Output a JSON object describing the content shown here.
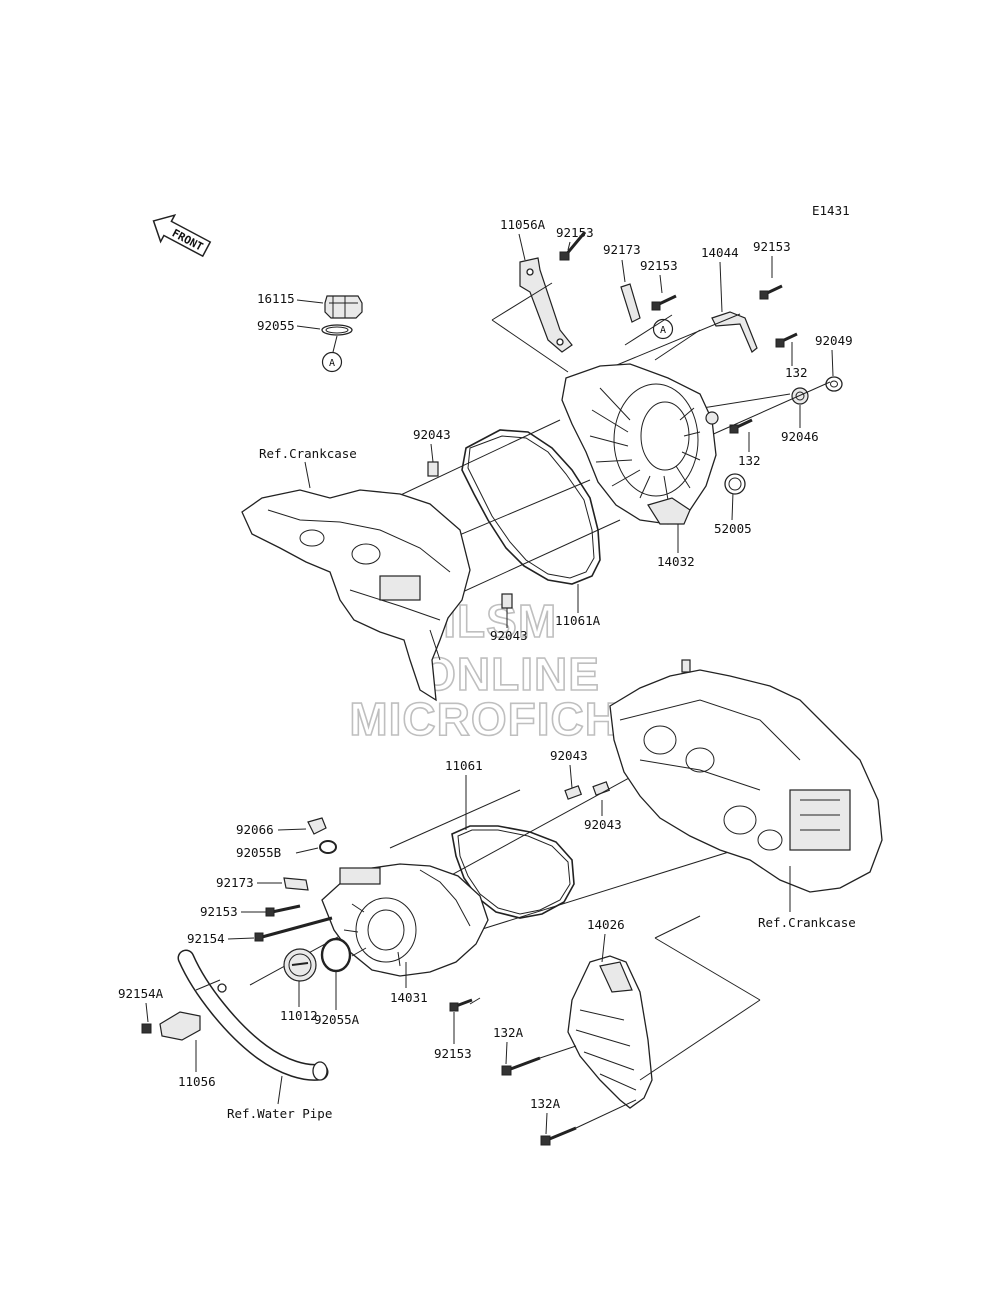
{
  "diagram": {
    "code": "E1431",
    "front_label": "FRONT",
    "reference_mark": "A",
    "watermark_lines": [
      "HLSM",
      "ONLINE",
      "MICROFICHE"
    ]
  },
  "labels": {
    "p16115": "16115",
    "p92055": "92055",
    "p11056A": "11056A",
    "p92153_a": "92153",
    "p92173_a": "92173",
    "p92153_b": "92153",
    "p14044": "14044",
    "p92153_c": "92153",
    "p132_a": "132",
    "p92049": "92049",
    "p92046": "92046",
    "p132_b": "132",
    "p92043_a": "92043",
    "ref_crankcase_a": "Ref.Crankcase",
    "p52005": "52005",
    "p14032": "14032",
    "p92043_b": "92043",
    "p11061A": "11061A",
    "p11061": "11061",
    "p92043_c": "92043",
    "p92043_d": "92043",
    "p92066": "92066",
    "p92055B": "92055B",
    "p92173_b": "92173",
    "p92153_d": "92153",
    "p92154": "92154",
    "p92154A": "92154A",
    "p11056": "11056",
    "p11012": "11012",
    "p92055A": "92055A",
    "p14031": "14031",
    "p92153_e": "92153",
    "p14026": "14026",
    "p132A_a": "132A",
    "p132A_b": "132A",
    "ref_crankcase_b": "Ref.Crankcase",
    "ref_water_pipe": "Ref.Water Pipe"
  }
}
